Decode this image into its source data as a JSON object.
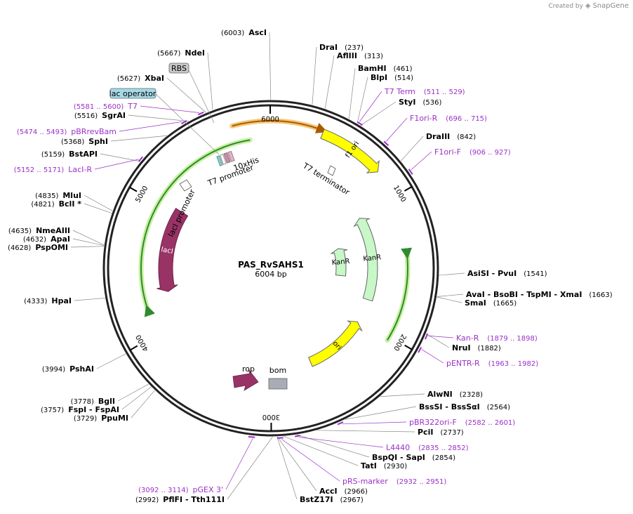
{
  "app": {
    "credit_prefix": "Created by",
    "credit_brand": "SnapGene",
    "brand_color": "#5a8ec8"
  },
  "plasmid": {
    "name": "PAS_RvSAHS1",
    "length_label": "6004 bp",
    "length": 6004
  },
  "ticks": [
    {
      "pos": 1000,
      "label": "1000"
    },
    {
      "pos": 2000,
      "label": "2000"
    },
    {
      "pos": 3000,
      "label": "3000"
    },
    {
      "pos": 4000,
      "label": "4000"
    },
    {
      "pos": 5000,
      "label": "5000"
    },
    {
      "pos": 6000,
      "label": "6000"
    }
  ],
  "sites": [
    {
      "pos": 6003,
      "pos_label": "(6003)",
      "name": "AscI",
      "side": "left"
    },
    {
      "pos": 237,
      "pos_label": "(237)",
      "name": "DraI",
      "side": "right"
    },
    {
      "pos": 313,
      "pos_label": "(313)",
      "name": "AflIII",
      "side": "right"
    },
    {
      "pos": 461,
      "pos_label": "(461)",
      "name": "BamHI",
      "side": "right"
    },
    {
      "pos": 514,
      "pos_label": "(514)",
      "name": "BlpI",
      "side": "right"
    },
    {
      "pos": 536,
      "pos_label": "(536)",
      "name": "StyI",
      "side": "right"
    },
    {
      "pos": 842,
      "pos_label": "(842)",
      "name": "DraIII",
      "side": "right"
    },
    {
      "pos": 1541,
      "pos_label": "(1541)",
      "name": "AsiSI  -  PvuI",
      "side": "right"
    },
    {
      "pos": 1663,
      "pos_label": "(1663)",
      "name": "AvaI  -  BsoBI  -  TspMI  -  XmaI",
      "side": "right"
    },
    {
      "pos": 1665,
      "pos_label": "(1665)",
      "name": "SmaI",
      "side": "right"
    },
    {
      "pos": 1882,
      "pos_label": "(1882)",
      "name": "NruI",
      "side": "right"
    },
    {
      "pos": 2328,
      "pos_label": "(2328)",
      "name": "AlwNI",
      "side": "right"
    },
    {
      "pos": 2564,
      "pos_label": "(2564)",
      "name": "BssSI  -  BssSαI",
      "side": "right"
    },
    {
      "pos": 2737,
      "pos_label": "(2737)",
      "name": "PciI",
      "side": "right"
    },
    {
      "pos": 2854,
      "pos_label": "(2854)",
      "name": "BspQI  -  SapI",
      "side": "right"
    },
    {
      "pos": 2930,
      "pos_label": "(2930)",
      "name": "TatI",
      "side": "right"
    },
    {
      "pos": 2966,
      "pos_label": "(2966)",
      "name": "AccI",
      "side": "right"
    },
    {
      "pos": 2967,
      "pos_label": "(2967)",
      "name": "BstZ17I",
      "side": "right"
    },
    {
      "pos": 2992,
      "pos_label": "(2992)",
      "name": "PflFI  -  Tth111I",
      "side": "left"
    },
    {
      "pos": 3729,
      "pos_label": "(3729)",
      "name": "PpuMI",
      "side": "left"
    },
    {
      "pos": 3757,
      "pos_label": "(3757)",
      "name": "FspI  -  FspAI",
      "side": "left"
    },
    {
      "pos": 3778,
      "pos_label": "(3778)",
      "name": "BglI",
      "side": "left"
    },
    {
      "pos": 3994,
      "pos_label": "(3994)",
      "name": "PshAI",
      "side": "left"
    },
    {
      "pos": 4333,
      "pos_label": "(4333)",
      "name": "HpaI",
      "side": "left"
    },
    {
      "pos": 4628,
      "pos_label": "(4628)",
      "name": "PspOMI",
      "side": "left"
    },
    {
      "pos": 4632,
      "pos_label": "(4632)",
      "name": "ApaI",
      "side": "left"
    },
    {
      "pos": 4635,
      "pos_label": "(4635)",
      "name": "NmeAIII",
      "side": "left"
    },
    {
      "pos": 4821,
      "pos_label": "(4821)",
      "name": "BclI *",
      "side": "left"
    },
    {
      "pos": 4835,
      "pos_label": "(4835)",
      "name": "MluI",
      "side": "left"
    },
    {
      "pos": 5159,
      "pos_label": "(5159)",
      "name": "BstAPI",
      "side": "left"
    },
    {
      "pos": 5368,
      "pos_label": "(5368)",
      "name": "SphI",
      "side": "left"
    },
    {
      "pos": 5516,
      "pos_label": "(5516)",
      "name": "SgrAI",
      "side": "left"
    },
    {
      "pos": 5627,
      "pos_label": "(5627)",
      "name": "XbaI",
      "side": "left"
    },
    {
      "pos": 5667,
      "pos_label": "(5667)",
      "name": "NdeI",
      "side": "left"
    }
  ],
  "primers": [
    {
      "start": 511,
      "end": 529,
      "name": "T7 Term",
      "range_label": "(511 .. 529)",
      "side": "right"
    },
    {
      "start": 696,
      "end": 715,
      "name": "F1ori-R",
      "range_label": "(696 .. 715)",
      "side": "right"
    },
    {
      "start": 906,
      "end": 927,
      "name": "F1ori-F",
      "range_label": "(906 .. 927)",
      "side": "right"
    },
    {
      "start": 1879,
      "end": 1898,
      "name": "Kan-R",
      "range_label": "(1879 .. 1898)",
      "side": "right"
    },
    {
      "start": 1963,
      "end": 1982,
      "name": "pENTR-R",
      "range_label": "(1963 .. 1982)",
      "side": "right"
    },
    {
      "start": 2582,
      "end": 2601,
      "name": "pBR322ori-F",
      "range_label": "(2582 .. 2601)",
      "side": "right"
    },
    {
      "start": 2835,
      "end": 2852,
      "name": "L4440",
      "range_label": "(2835 .. 2852)",
      "side": "right"
    },
    {
      "start": 2932,
      "end": 2951,
      "name": "pRS-marker",
      "range_label": "(2932 .. 2951)",
      "side": "right"
    },
    {
      "start": 3092,
      "end": 3114,
      "name": "pGEX 3'",
      "range_label": "(3092 .. 3114)",
      "side": "left"
    },
    {
      "start": 5152,
      "end": 5171,
      "name": "LacI-R",
      "range_label": "(5152 .. 5171)",
      "side": "left"
    },
    {
      "start": 5474,
      "end": 5493,
      "name": "pBRrevBam",
      "range_label": "(5474 .. 5493)",
      "side": "left"
    },
    {
      "start": 5581,
      "end": 5600,
      "name": "T7",
      "range_label": "(5581 .. 5600)",
      "side": "left"
    }
  ],
  "boxed_features": [
    {
      "name": "RBS",
      "fill": "#c8c8c8"
    },
    {
      "name": "lac operator",
      "fill": "#a6d9e6"
    }
  ],
  "features": [
    {
      "name": "f1 ori",
      "start": 350,
      "end": 800,
      "radius": 205,
      "width": 14,
      "fill": "#ffff00",
      "stroke": "#666666",
      "dir": 1,
      "text_color": "#000000"
    },
    {
      "name": "KanR",
      "start": 1010,
      "end": 1800,
      "radius": 145,
      "width": 14,
      "fill": "#c8f7c8",
      "stroke": "#666666",
      "dir": -1,
      "text_color": "#000000"
    },
    {
      "name": "KanR",
      "start": 1230,
      "end": 1600,
      "radius": 100,
      "width": 14,
      "fill": "#c8f7c8",
      "stroke": "#666666",
      "dir": -1,
      "text_color": "#000000"
    },
    {
      "name": "ori",
      "start": 2030,
      "end": 2620,
      "radius": 145,
      "width": 14,
      "fill": "#ffff00",
      "stroke": "#666666",
      "dir": -1,
      "text_color": "#000000"
    },
    {
      "name": "lacI",
      "start": 4290,
      "end": 5040,
      "radius": 150,
      "width": 20,
      "fill": "#993366",
      "stroke": "#6e2248",
      "dir": -1,
      "text_color": "#ffffff"
    }
  ],
  "thin_features": [
    {
      "name": "10xHis",
      "start": 5700,
      "end": 5760
    },
    {
      "name": "T7 promoter",
      "start": 5600,
      "end": 5640
    },
    {
      "name": "T7 terminator",
      "start": 300,
      "end": 330
    },
    {
      "name": "lacI promoter",
      "start": 5180,
      "end": 5230
    }
  ],
  "small_features": [
    {
      "name": "rop",
      "fill": "#993366"
    },
    {
      "name": "bom",
      "fill": "#a8acb4"
    }
  ],
  "orfs": [
    {
      "start": 5750,
      "end": 340,
      "radius": 210,
      "color": "#aa5a00",
      "glow": "#f5c77a",
      "dir": 1
    },
    {
      "start": 4190,
      "end": 5850,
      "radius": 185,
      "color": "#2e8b2e",
      "glow": "#c8f0a0",
      "dir": -1
    },
    {
      "start": 1400,
      "end": 2030,
      "radius": 195,
      "color": "#2e8b2e",
      "glow": "#c8f0a0",
      "dir": -1
    }
  ]
}
